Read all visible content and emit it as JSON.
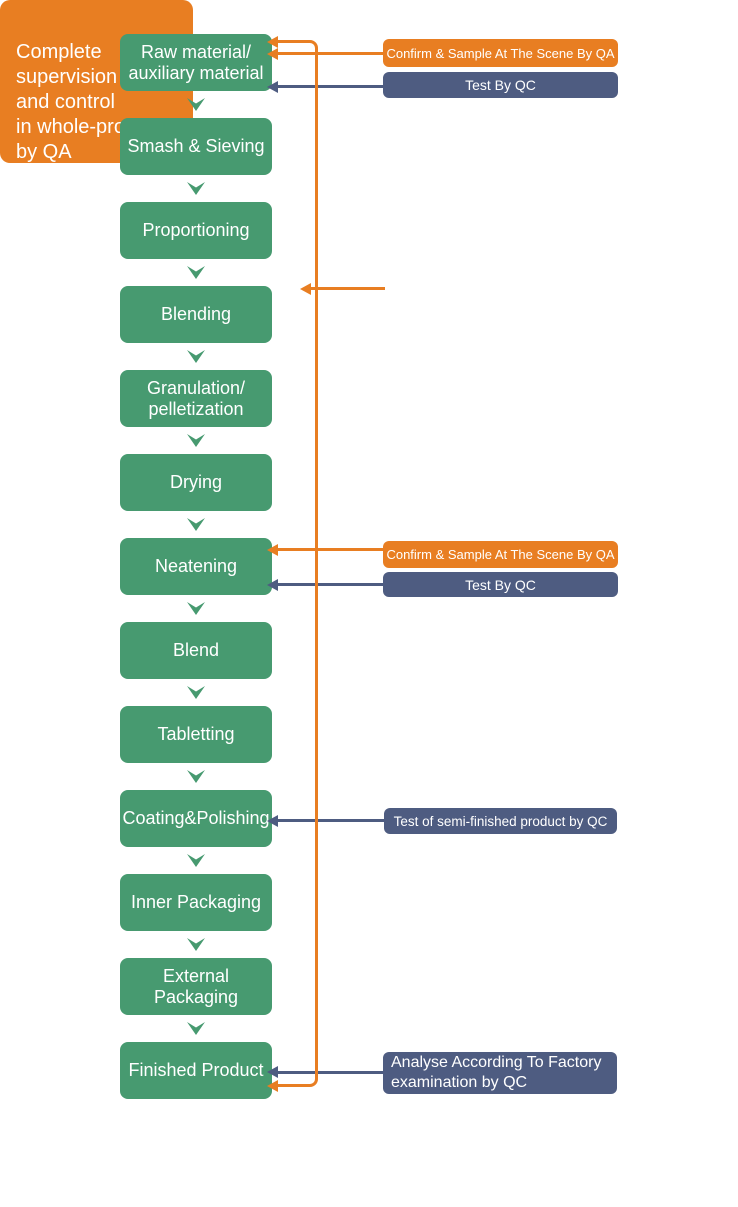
{
  "colors": {
    "green": "#479A70",
    "orange": "#E87E22",
    "blue": "#4E5C81"
  },
  "flow": {
    "steps": [
      "Raw material/ auxiliary material",
      "Smash & Sieving",
      "Proportioning",
      "Blending",
      "Granulation/ pelletization",
      "Drying",
      "Neatening",
      "Blend",
      "Tabletting",
      "Coating&Polishing",
      "Inner Packaging",
      "External Packaging",
      "Finished Product"
    ]
  },
  "annotations": {
    "qa_confirm_top": "Confirm & Sample At The Scene By QA",
    "qc_test_top": "Test By QC",
    "qa_supervision": "Complete supervision\nand control\nin whole-process\nby QA",
    "qa_confirm_mid": "Confirm & Sample At The Scene By QA",
    "qc_test_mid": "Test By QC",
    "qc_semi_finished": "Test of semi-finished product by QC",
    "qc_final": "Analyse According To Factory\nexamination by QC"
  }
}
